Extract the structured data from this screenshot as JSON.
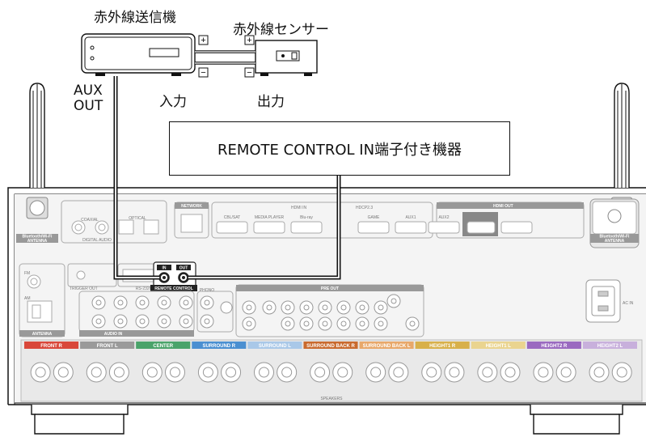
{
  "labels": {
    "ir_transmitter": "赤外線送信機",
    "ir_sensor": "赤外線センサー",
    "aux_out": [
      "AUX",
      "OUT"
    ],
    "input": "入力",
    "output": "出力",
    "remote_device": "REMOTE CONTROL IN端子付き機器",
    "plus": "+",
    "minus": "−"
  },
  "receiver": {
    "antenna_left": [
      "Bluetooth/Wi-Fi",
      "ANTENNA"
    ],
    "antenna_right": [
      "Bluetooth/Wi-Fi",
      "ANTENNA"
    ],
    "network": "NETWORK",
    "hdmi_in": "HDMI IN",
    "hdmi_out": "HDMI OUT",
    "hdcp": "HDCP2.3",
    "hdmi_inputs": [
      "CBL/SAT",
      "MEDIA PLAYER",
      "Blu-ray",
      "GAME",
      "AUX1",
      "AUX2"
    ],
    "digital_audio": "DIGITAL AUDIO",
    "coaxial": "COAXIAL",
    "optical": "OPTICAL",
    "fm": "FM",
    "am": "AM",
    "antenna": "ANTENNA",
    "trigger_out": "TRIGGER OUT",
    "rs232c": "RS-232C",
    "remote_control": "REMOTE CONTROL",
    "in": "IN",
    "out": "OUT",
    "phono": "PHONO",
    "audio_in": "AUDIO IN",
    "pre_out": "PRE OUT",
    "ac_in": "AC IN",
    "speakers": "SPEAKERS",
    "speaker_groups": [
      {
        "label": "FRONT R",
        "color": "#d9473a"
      },
      {
        "label": "FRONT L",
        "color": "#9a9a9a"
      },
      {
        "label": "CENTER",
        "color": "#4aa36a"
      },
      {
        "label": "SURROUND R",
        "color": "#4a8fd1"
      },
      {
        "label": "SURROUND L",
        "color": "#a9c8e8"
      },
      {
        "label": "SURROUND BACK R",
        "color": "#c96a2e"
      },
      {
        "label": "SURROUND BACK L",
        "color": "#e8a86a"
      },
      {
        "label": "HEIGHT1 R",
        "color": "#d8b04a"
      },
      {
        "label": "HEIGHT1 L",
        "color": "#ead48f"
      },
      {
        "label": "HEIGHT2 R",
        "color": "#9a6ac0"
      },
      {
        "label": "HEIGHT2 L",
        "color": "#c8b0dc"
      }
    ]
  }
}
